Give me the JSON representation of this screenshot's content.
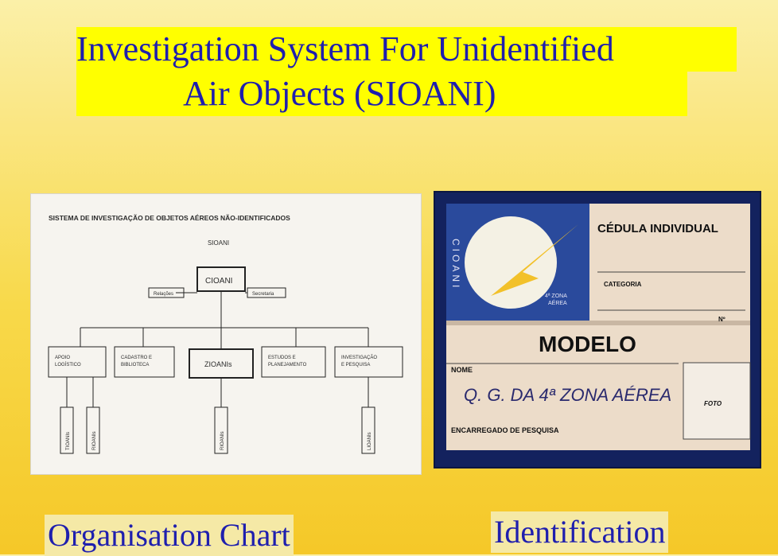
{
  "title": {
    "line1": "Investigation System For Unidentified",
    "line2": "Air Objects (SIOANI)"
  },
  "captions": {
    "org": "Organisation Chart",
    "id": "Identification"
  },
  "org_chart": {
    "heading": "SISTEMA DE INVESTIGAÇÃO DE OBJETOS AÉREOS NÃO-IDENTIFICADOS",
    "subheading": "SIOANI",
    "top": "CIOANI",
    "left_side": "Relações",
    "right_side": "Secretaria",
    "branch1_l1": "APOIO",
    "branch1_l2": "LOGÍSTICO",
    "branch2_l1": "CADASTRO E",
    "branch2_l2": "BIBLIOTECA",
    "branch3": "ZIOANIs",
    "branch4_l1": "ESTUDOS E",
    "branch4_l2": "PLANEJAMENTO",
    "branch5_l1": "INVESTIGAÇÃO",
    "branch5_l2": "E PESQUISA",
    "sub1": "TIOANIs",
    "sub2": "RIOANIs",
    "sub3": "RIOANIs",
    "sub4": "LIOANIs"
  },
  "id_card": {
    "vertical": "CIOANI",
    "zone_l1": "4ª ZONA",
    "zone_l2": "AÉREA",
    "header": "CÉDULA INDIVIDUAL",
    "categoria": "CATEGORIA",
    "numero": "Nº",
    "modelo": "MODELO",
    "nome": "NOME",
    "handwritten": "Q. G. DA 4ª ZONA AÉREA",
    "encarregado": "ENCARREGADO DE PESQUISA",
    "foto": "FOTO"
  }
}
